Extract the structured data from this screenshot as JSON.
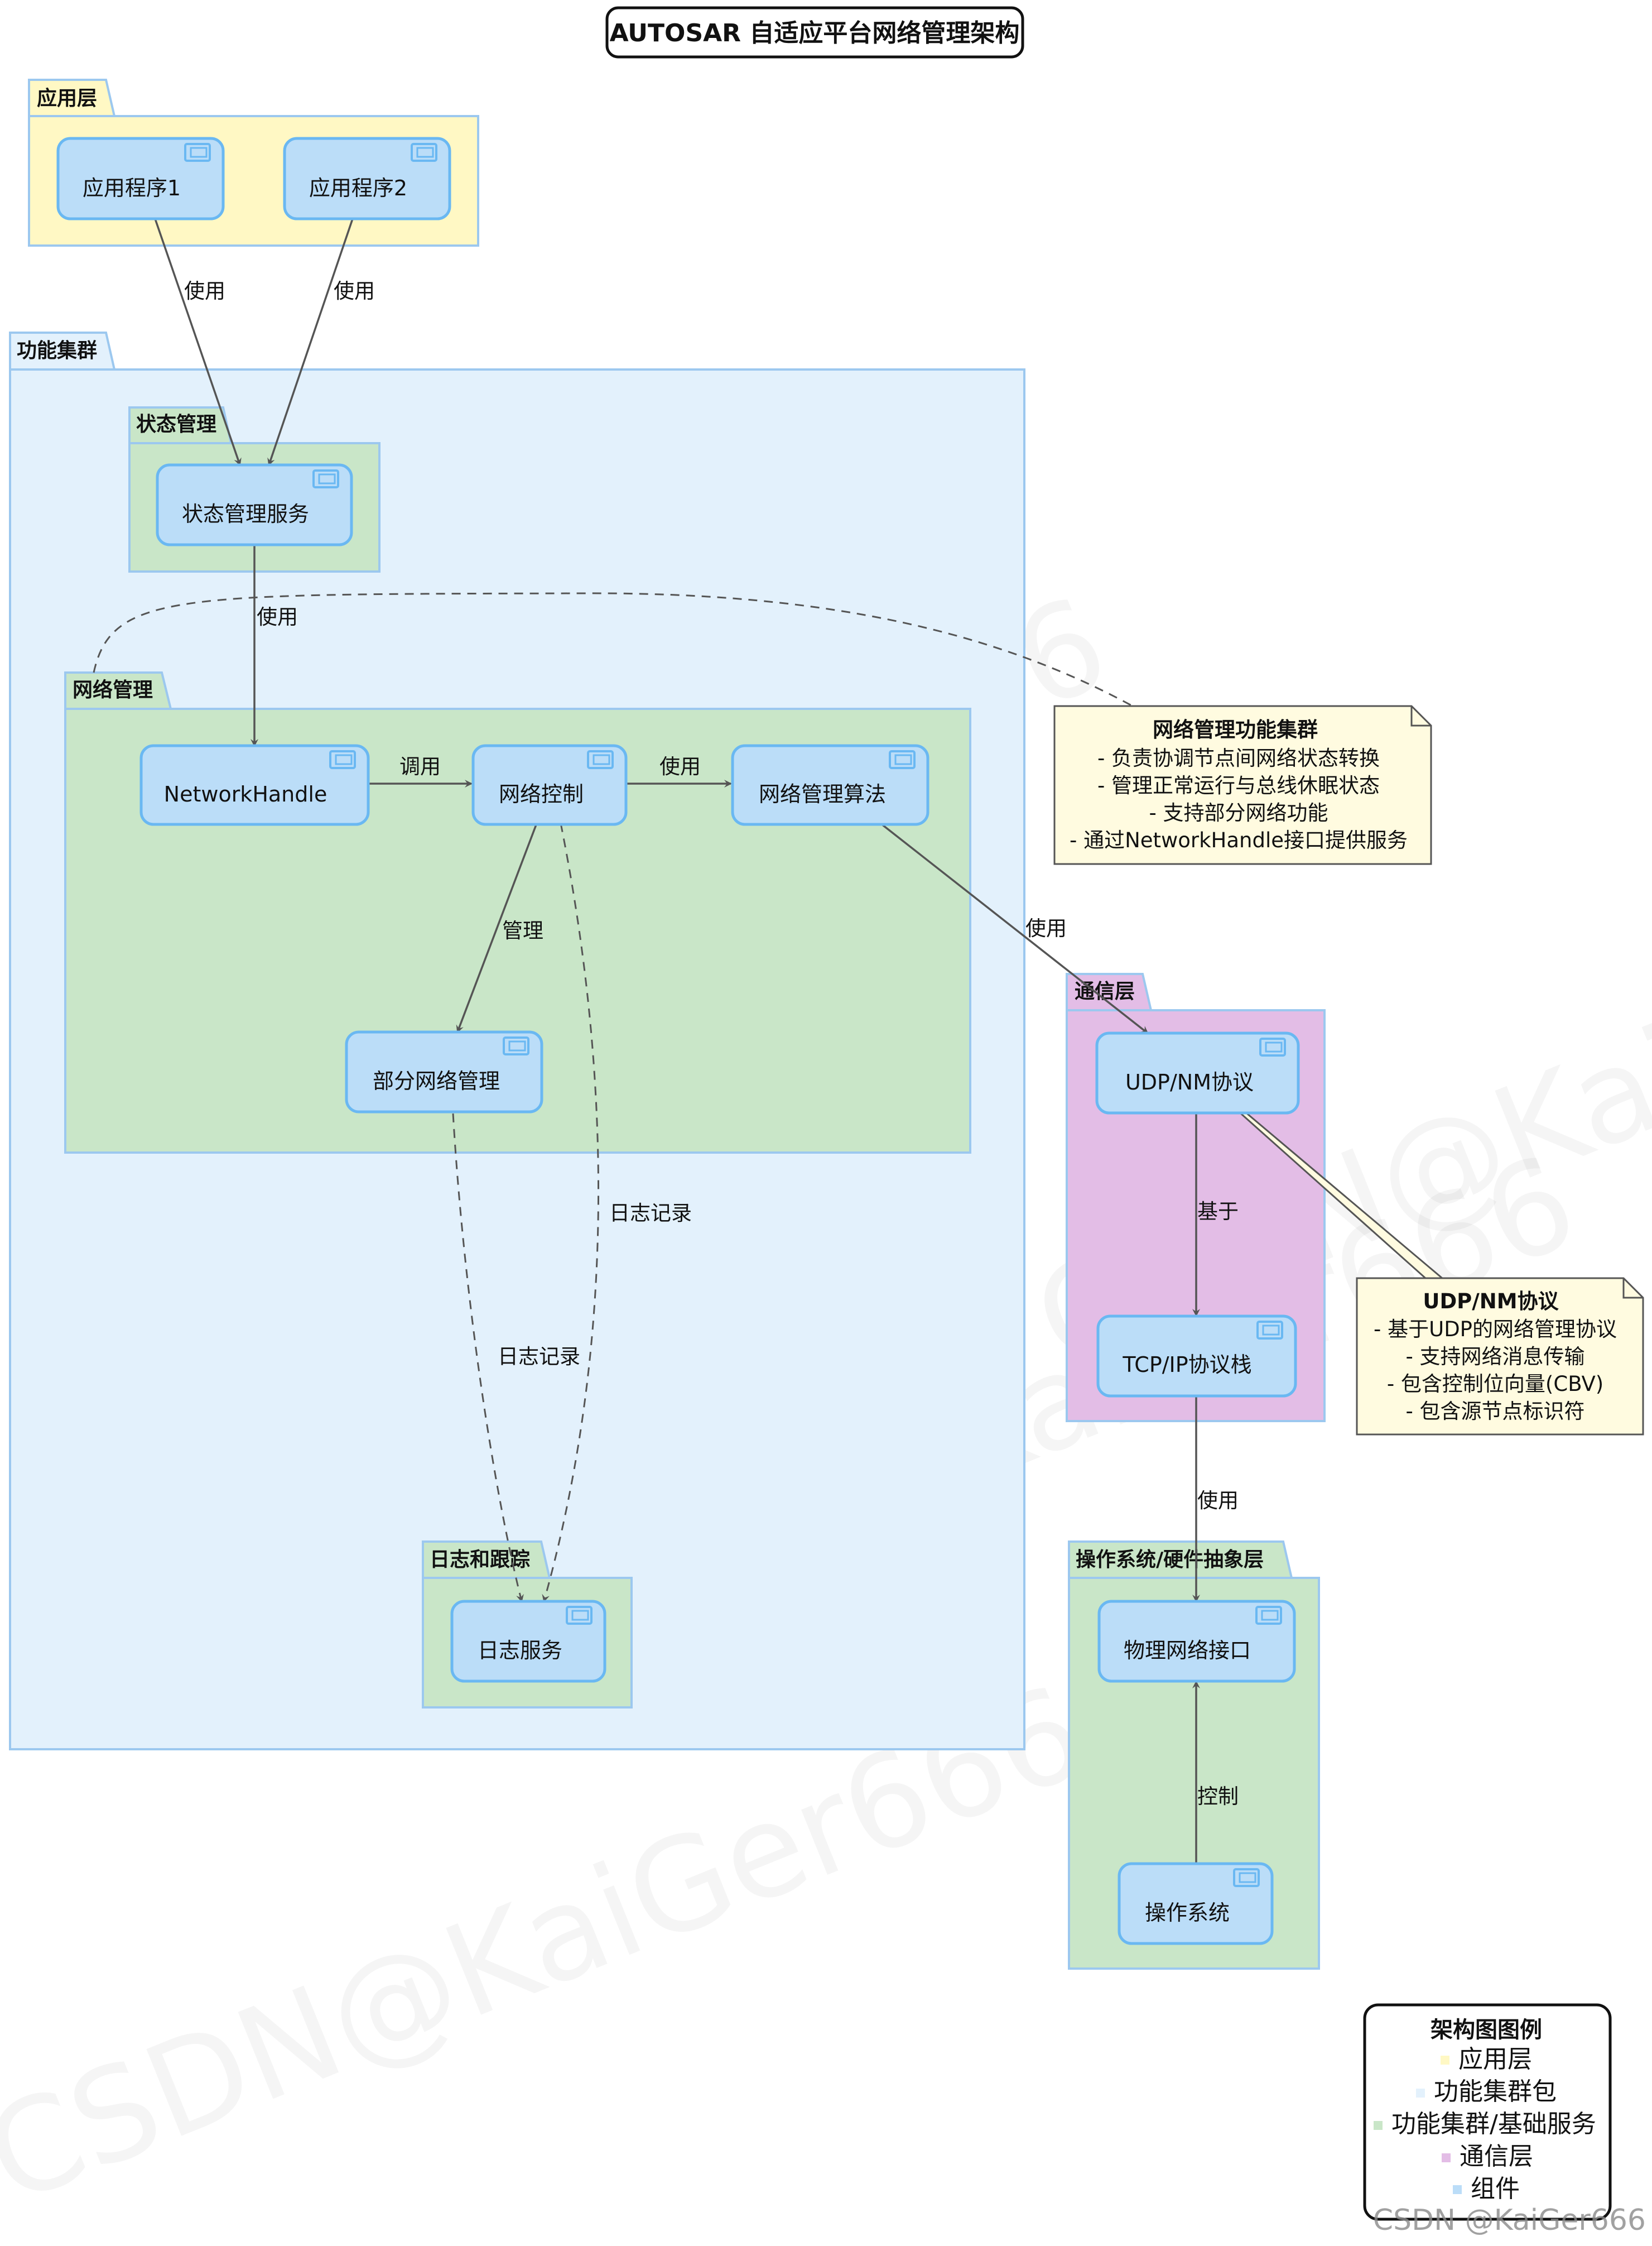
{
  "title": "AUTOSAR 自适应平台网络管理架构",
  "colors": {
    "app_layer": "#FFF8C4",
    "function_cluster": "#E3F1FC",
    "service_pkg": "#C9E6C8",
    "comm_layer": "#E3BDE6",
    "component": "#BBDDF8",
    "component_border": "#6AB8F2",
    "note": "#FFFBE0",
    "edge": "#555555"
  },
  "packages": {
    "app_layer": "应用层",
    "function_cluster": "功能集群",
    "state_mgmt": "状态管理",
    "network_mgmt": "网络管理",
    "log_trace": "日志和跟踪",
    "comm_layer": "通信层",
    "os_hw": "操作系统/硬件抽象层"
  },
  "components": {
    "app1": "应用程序1",
    "app2": "应用程序2",
    "state_service": "状态管理服务",
    "network_handle": "NetworkHandle",
    "network_control": "网络控制",
    "nm_algorithm": "网络管理算法",
    "partial_network": "部分网络管理",
    "log_service": "日志服务",
    "udp_nm": "UDP/NM协议",
    "tcp_ip": "TCP/IP协议栈",
    "phys_if": "物理网络接口",
    "os": "操作系统"
  },
  "edges": {
    "app1_use": "使用",
    "app2_use": "使用",
    "state_use": "使用",
    "call": "调用",
    "ctrl_use": "使用",
    "manage": "管理",
    "log1": "日志记录",
    "log2": "日志记录",
    "algo_use": "使用",
    "based_on": "基于",
    "tcp_use": "使用",
    "control": "控制"
  },
  "notes": {
    "nm_cluster": {
      "title": "网络管理功能集群",
      "lines": [
        "- 负责协调节点间网络状态转换",
        "- 管理正常运行与总线休眠状态",
        "- 支持部分网络功能",
        "- 通过NetworkHandle接口提供服务"
      ]
    },
    "udp_nm": {
      "title": "UDP/NM协议",
      "lines": [
        "- 基于UDP的网络管理协议",
        "- 支持网络消息传输",
        "- 包含控制位向量(CBV)",
        "- 包含源节点标识符"
      ]
    }
  },
  "legend": {
    "title": "架构图图例",
    "items": [
      {
        "label": "应用层",
        "color": "#FFF8C4"
      },
      {
        "label": "功能集群包",
        "color": "#E3F1FC"
      },
      {
        "label": "功能集群/基础服务",
        "color": "#C9E6C8"
      },
      {
        "label": "通信层",
        "color": "#E3BDE6"
      },
      {
        "label": "组件",
        "color": "#BBDDF8"
      }
    ]
  },
  "watermark": "CSDN@KaiGer666",
  "footer": "CSDN @KaiGer666"
}
